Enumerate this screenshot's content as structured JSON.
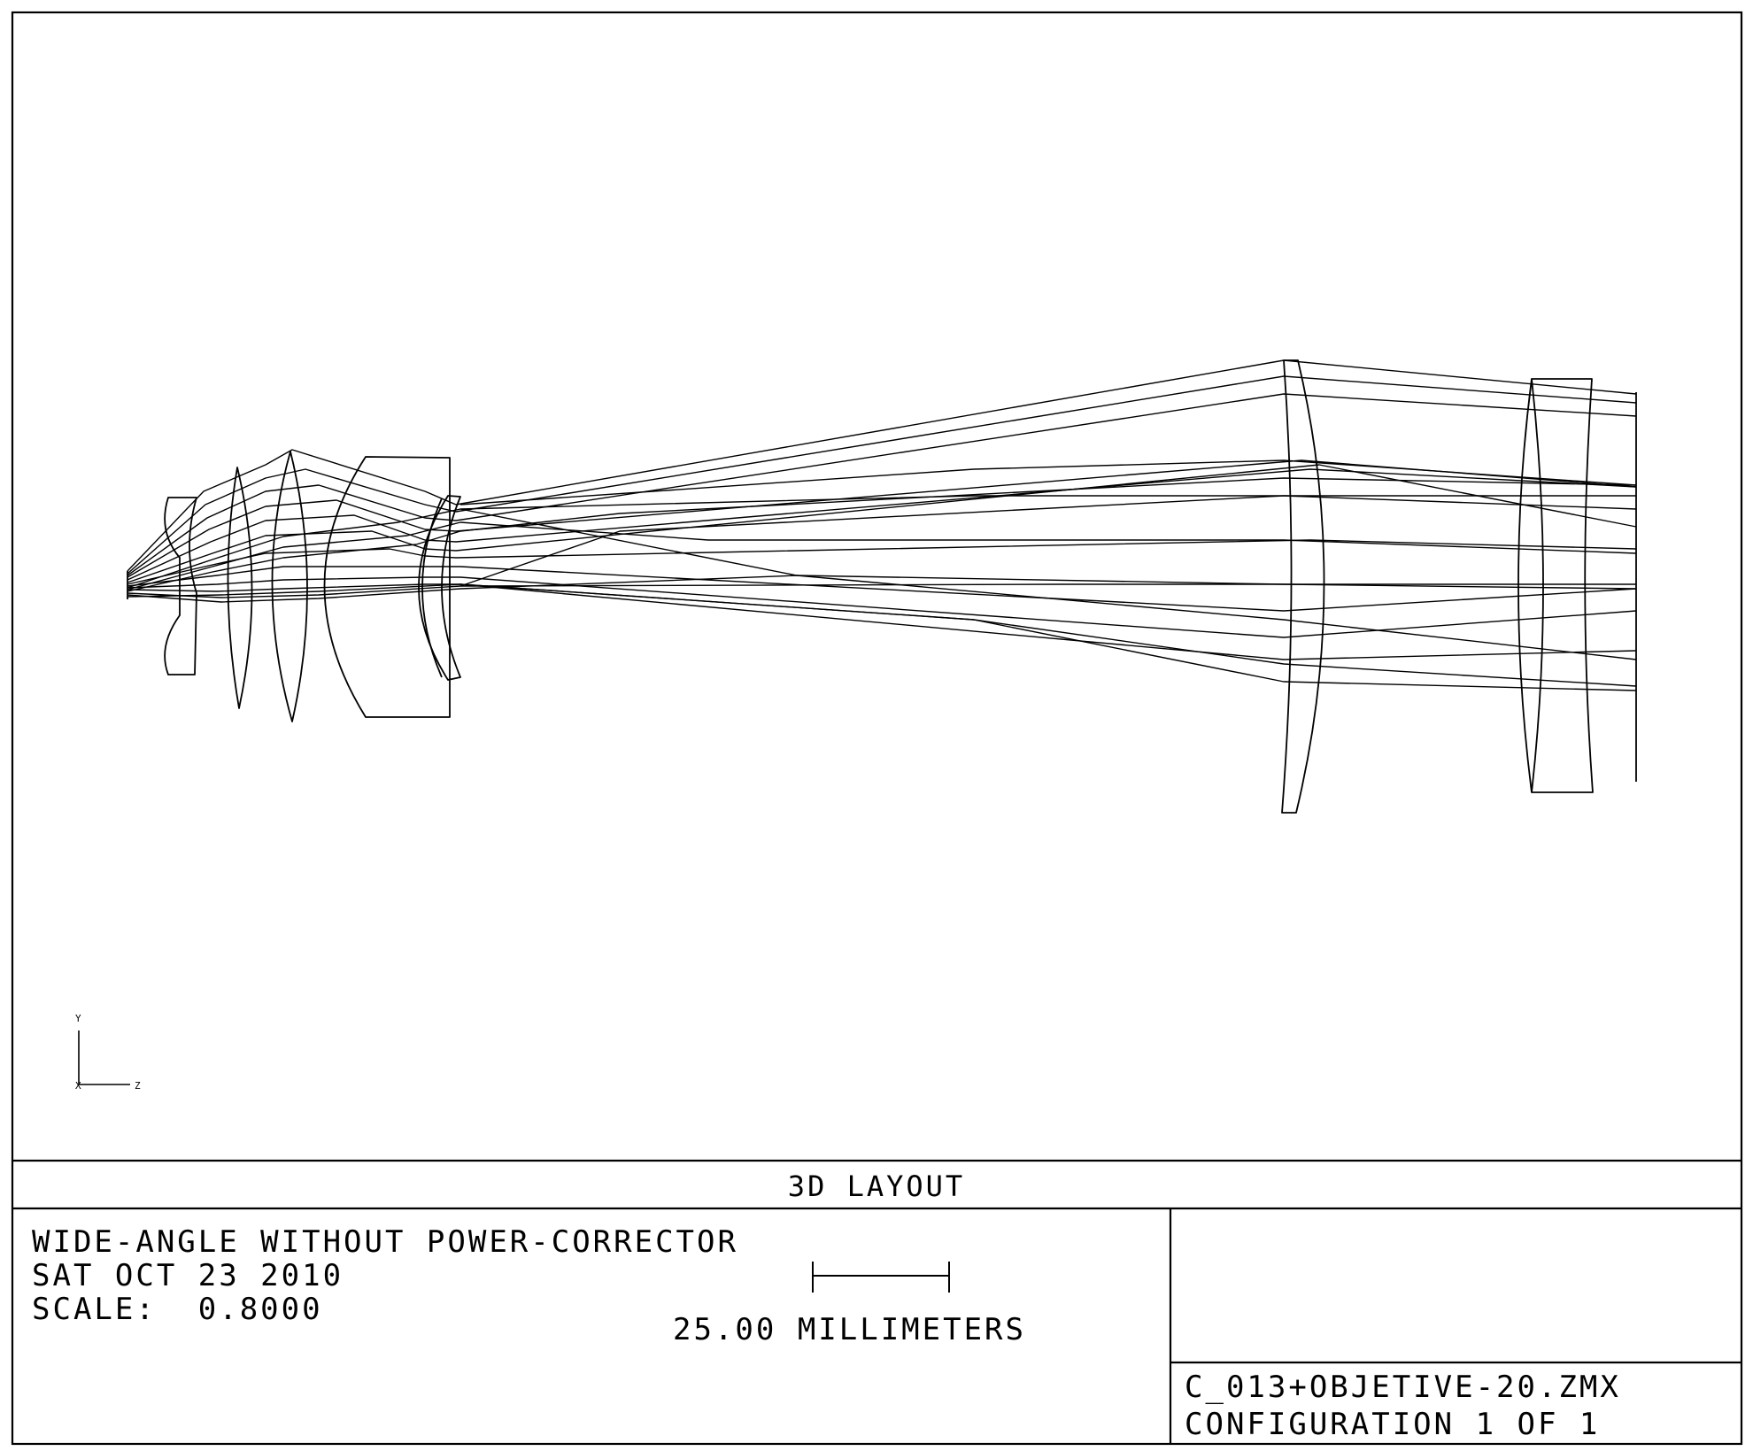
{
  "diagram": {
    "axis_labels": {
      "y": "Y",
      "x": "X",
      "z": "Z"
    }
  },
  "title_block": {
    "plot_title": "3D LAYOUT",
    "system_title": "WIDE-ANGLE WITHOUT POWER-CORRECTOR",
    "date": "SAT OCT 23 2010",
    "scale": "SCALE:  0.8000",
    "scale_bar_label": "25.00 MILLIMETERS",
    "filename": "C_013+OBJETIVE-20.ZMX",
    "configuration": "CONFIGURATION 1 OF 1"
  },
  "colors": {
    "ink": "#000000",
    "background": "#ffffff"
  }
}
